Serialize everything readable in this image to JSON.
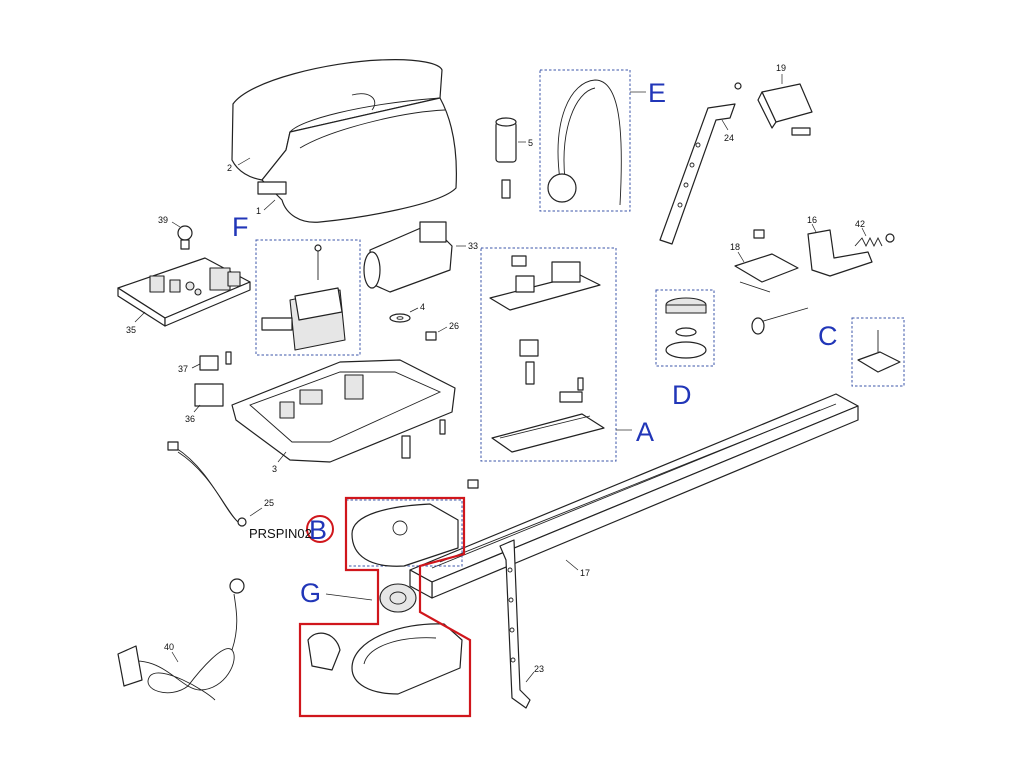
{
  "parts": {
    "p1": "1",
    "p2": "2",
    "p3": "3",
    "p4": "4",
    "p5": "5",
    "p16": "16",
    "p17": "17",
    "p18": "18",
    "p19": "19",
    "p23": "23",
    "p24": "24",
    "p25": "25",
    "p26": "26",
    "p33": "33",
    "p35": "35",
    "p36": "36",
    "p37": "37",
    "p39": "39",
    "p40": "40",
    "p42": "42"
  },
  "groups": {
    "A": "A",
    "B": "B",
    "C": "C",
    "D": "D",
    "E": "E",
    "F": "F",
    "G": "G"
  },
  "highlight": {
    "reference_code": "PRSPIN02",
    "color": "#d0161c"
  },
  "colors": {
    "group_letter": "#2136b8",
    "group_box": "#3b55a8",
    "line": "#222222"
  }
}
